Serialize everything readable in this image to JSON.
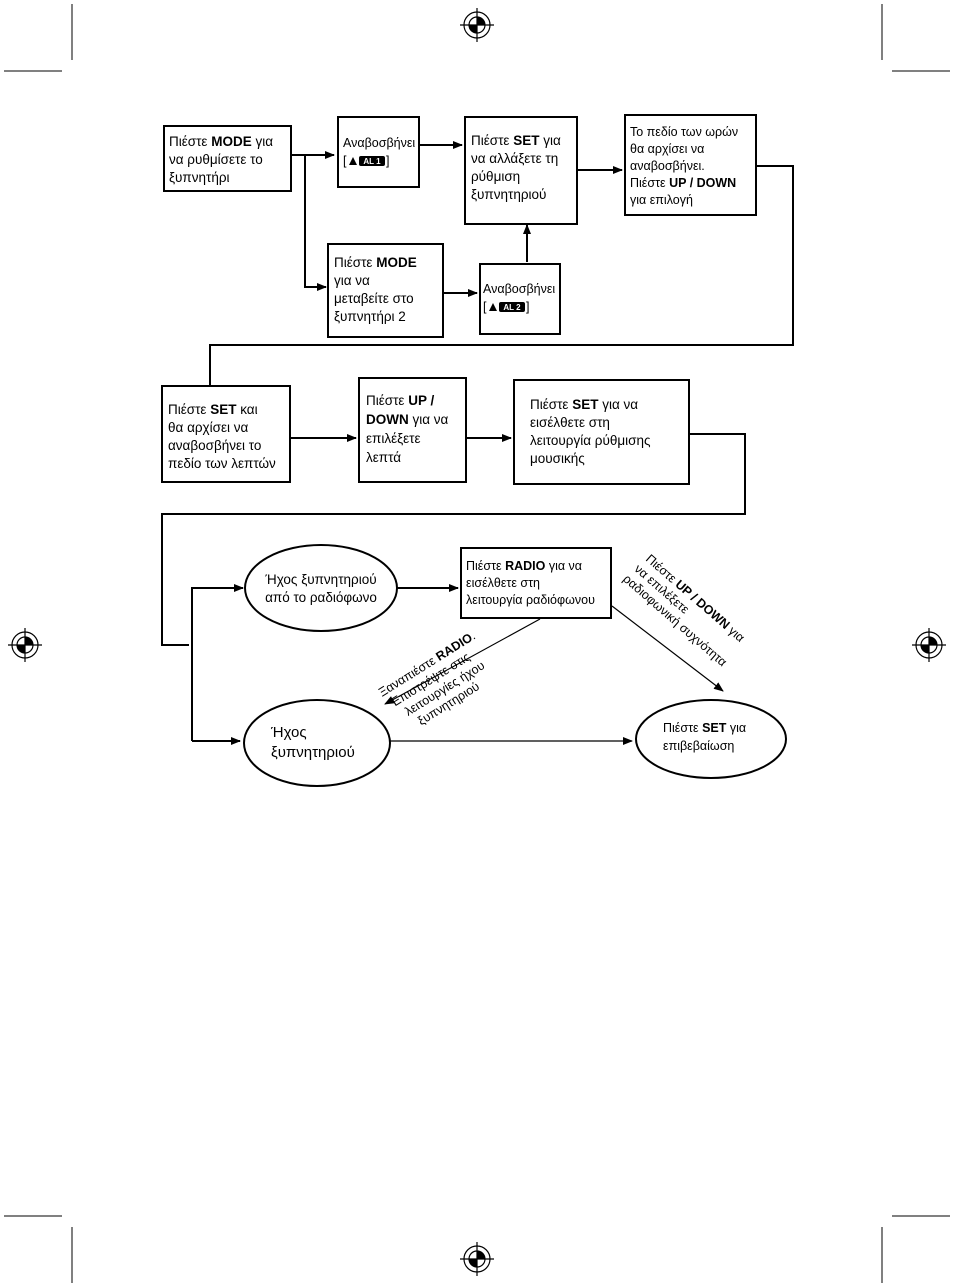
{
  "box1": {
    "a": "Πιέστε ",
    "b": "MODE",
    "c": " για",
    "l2": "να ρυθμίσετε το",
    "l3": "ξυπνητήρι"
  },
  "box2": {
    "l1": "Αναβοσβήνει",
    "bracket_open": "[",
    "badge": "AL 1",
    "bracket_close": "]"
  },
  "box3": {
    "a": "Πιέστε ",
    "b": "SET",
    "c": " για",
    "l2": "να αλλάξετε τη",
    "l3": "ρύθμιση",
    "l4": "ξυπνητηριού"
  },
  "box4": {
    "l1": "Το πεδίο των ωρών",
    "l2": "θα αρχίσει να",
    "l3": "αναβοσβήνει.",
    "a": "Πιέστε ",
    "b": "UP / DOWN",
    "l5": "για επιλογή"
  },
  "box5": {
    "a": "Πιέστε ",
    "b": "MODE",
    "l2": "για να",
    "l3": "μεταβείτε στο",
    "l4": "ξυπνητήρι 2"
  },
  "box6": {
    "l1": "Αναβοσβήνει",
    "bracket_open": "[",
    "badge": "AL 2",
    "bracket_close": "]"
  },
  "box7": {
    "a": "Πιέστε ",
    "b": "SET",
    "c": " και",
    "l2": "θα αρχίσει να",
    "l3": "αναβοσβήνει το",
    "l4": "πεδίο των λεπτών"
  },
  "box8": {
    "a": "Πιέστε ",
    "b": "UP /",
    "l2b": "DOWN",
    "l2c": " για να",
    "l3": "επιλέξετε",
    "l4": "λεπτά"
  },
  "box9": {
    "a": "Πιέστε ",
    "b": "SET",
    "c": " για να",
    "l2": "εισέλθετε στη",
    "l3": "λειτουργία ρύθμισης",
    "l4": "μουσικής"
  },
  "oval1": {
    "l1": "Ήχος ξυπνητηριού",
    "l2": "από το ραδιόφωνο"
  },
  "box10": {
    "a": "Πιέστε ",
    "b": "RADIO",
    "c": " για να",
    "l2": "εισέλθετε στη",
    "l3": "λειτουργία ραδιόφωνου"
  },
  "oval2": {
    "l1": "Ήχος",
    "l2": "ξυπνητηριού"
  },
  "oval3": {
    "a": "Πιέστε ",
    "b": "SET",
    "c": " για",
    "l2": "επιβεβαίωση"
  },
  "label_updown": {
    "a": "Πιέστε ",
    "b": "UP / DOWN",
    "c": " για",
    "l2": "να επιλέξετε",
    "l3": "ραδιοφωνική συχνότητα"
  },
  "label_radio": {
    "a": "Ξαναπιέστε ",
    "b": "RADIO",
    "c": ".",
    "l2": "Επιστρέψτε στις",
    "l3": "λειτουργίες ήχου",
    "l4": "ξυπνητηριού"
  }
}
